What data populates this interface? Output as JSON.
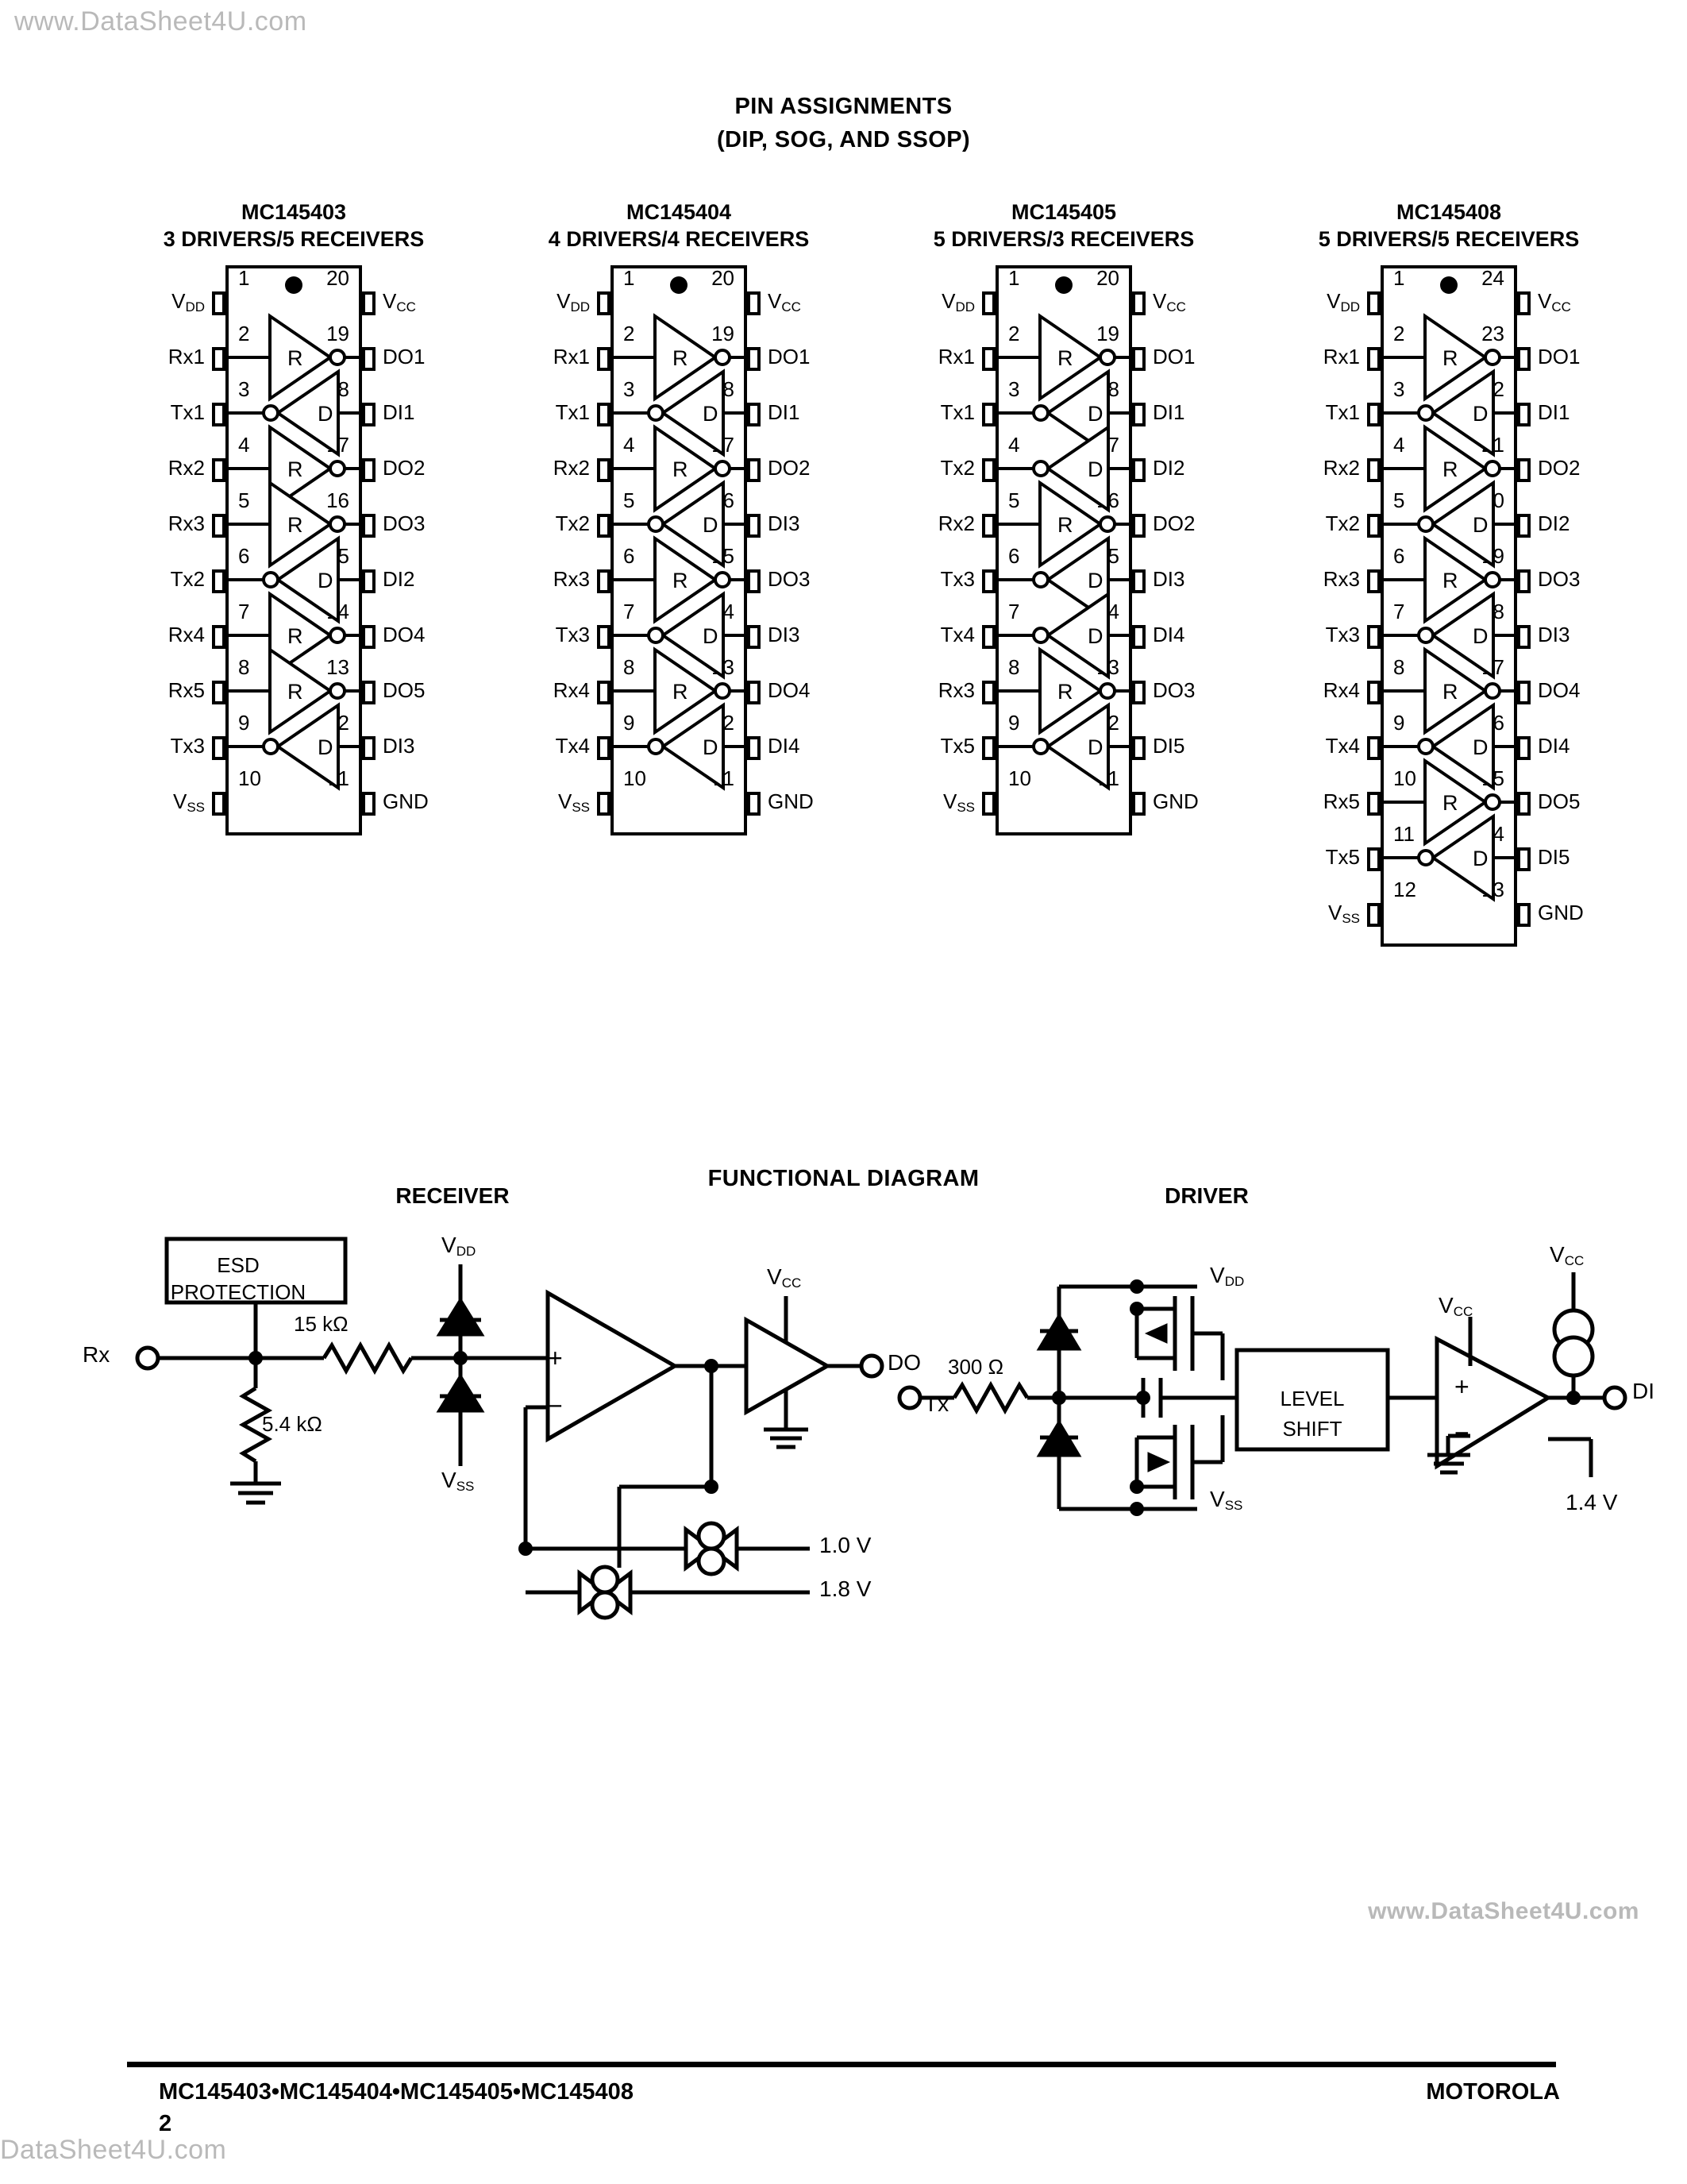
{
  "watermarks": {
    "top": "www.DataSheet4U.com",
    "middle": "www.DataSheet4U.com",
    "bottom": "DataSheet4U.com"
  },
  "titles": {
    "pin_assignments_line1": "PIN ASSIGNMENTS",
    "pin_assignments_line2": "(DIP, SOG, AND SSOP)",
    "functional_diagram": "FUNCTIONAL DIAGRAM",
    "receiver": "RECEIVER",
    "driver": "DRIVER"
  },
  "packages": [
    {
      "part": "MC145403",
      "config": "3 DRIVERS/5 RECEIVERS",
      "pin_count": 20,
      "left_pins": [
        {
          "num": "1",
          "label": "V",
          "sub": "DD",
          "gate": "none"
        },
        {
          "num": "2",
          "label": "Rx1",
          "gate": "R"
        },
        {
          "num": "3",
          "label": "Tx1",
          "gate": "D"
        },
        {
          "num": "4",
          "label": "Rx2",
          "gate": "R"
        },
        {
          "num": "5",
          "label": "Rx3",
          "gate": "R"
        },
        {
          "num": "6",
          "label": "Tx2",
          "gate": "D"
        },
        {
          "num": "7",
          "label": "Rx4",
          "gate": "R"
        },
        {
          "num": "8",
          "label": "Rx5",
          "gate": "R"
        },
        {
          "num": "9",
          "label": "Tx3",
          "gate": "D"
        },
        {
          "num": "10",
          "label": "V",
          "sub": "SS",
          "gate": "none"
        }
      ],
      "right_pins": [
        {
          "num": "20",
          "label": "V",
          "sub": "CC"
        },
        {
          "num": "19",
          "label": "DO1"
        },
        {
          "num": "18",
          "label": "DI1"
        },
        {
          "num": "17",
          "label": "DO2"
        },
        {
          "num": "16",
          "label": "DO3"
        },
        {
          "num": "15",
          "label": "DI2"
        },
        {
          "num": "14",
          "label": "DO4"
        },
        {
          "num": "13",
          "label": "DO5"
        },
        {
          "num": "12",
          "label": "DI3"
        },
        {
          "num": "11",
          "label": "GND"
        }
      ]
    },
    {
      "part": "MC145404",
      "config": "4 DRIVERS/4 RECEIVERS",
      "pin_count": 20,
      "left_pins": [
        {
          "num": "1",
          "label": "V",
          "sub": "DD",
          "gate": "none"
        },
        {
          "num": "2",
          "label": "Rx1",
          "gate": "R"
        },
        {
          "num": "3",
          "label": "Tx1",
          "gate": "D"
        },
        {
          "num": "4",
          "label": "Rx2",
          "gate": "R"
        },
        {
          "num": "5",
          "label": "Tx2",
          "gate": "D"
        },
        {
          "num": "6",
          "label": "Rx3",
          "gate": "R"
        },
        {
          "num": "7",
          "label": "Tx3",
          "gate": "D"
        },
        {
          "num": "8",
          "label": "Rx4",
          "gate": "R"
        },
        {
          "num": "9",
          "label": "Tx4",
          "gate": "D"
        },
        {
          "num": "10",
          "label": "V",
          "sub": "SS",
          "gate": "none"
        }
      ],
      "right_pins": [
        {
          "num": "20",
          "label": "V",
          "sub": "CC"
        },
        {
          "num": "19",
          "label": "DO1"
        },
        {
          "num": "18",
          "label": "DI1"
        },
        {
          "num": "17",
          "label": "DO2"
        },
        {
          "num": "16",
          "label": "DI3"
        },
        {
          "num": "15",
          "label": "DO3"
        },
        {
          "num": "14",
          "label": "DI3"
        },
        {
          "num": "13",
          "label": "DO4"
        },
        {
          "num": "12",
          "label": "DI4"
        },
        {
          "num": "11",
          "label": "GND"
        }
      ]
    },
    {
      "part": "MC145405",
      "config": "5 DRIVERS/3 RECEIVERS",
      "pin_count": 20,
      "left_pins": [
        {
          "num": "1",
          "label": "V",
          "sub": "DD",
          "gate": "none"
        },
        {
          "num": "2",
          "label": "Rx1",
          "gate": "R"
        },
        {
          "num": "3",
          "label": "Tx1",
          "gate": "D"
        },
        {
          "num": "4",
          "label": "Tx2",
          "gate": "D"
        },
        {
          "num": "5",
          "label": "Rx2",
          "gate": "R"
        },
        {
          "num": "6",
          "label": "Tx3",
          "gate": "D"
        },
        {
          "num": "7",
          "label": "Tx4",
          "gate": "D"
        },
        {
          "num": "8",
          "label": "Rx3",
          "gate": "R"
        },
        {
          "num": "9",
          "label": "Tx5",
          "gate": "D"
        },
        {
          "num": "10",
          "label": "V",
          "sub": "SS",
          "gate": "none"
        }
      ],
      "right_pins": [
        {
          "num": "20",
          "label": "V",
          "sub": "CC"
        },
        {
          "num": "19",
          "label": "DO1"
        },
        {
          "num": "18",
          "label": "DI1"
        },
        {
          "num": "17",
          "label": "DI2"
        },
        {
          "num": "16",
          "label": "DO2"
        },
        {
          "num": "15",
          "label": "DI3"
        },
        {
          "num": "14",
          "label": "DI4"
        },
        {
          "num": "13",
          "label": "DO3"
        },
        {
          "num": "12",
          "label": "DI5"
        },
        {
          "num": "11",
          "label": "GND"
        }
      ]
    },
    {
      "part": "MC145408",
      "config": "5 DRIVERS/5 RECEIVERS",
      "pin_count": 24,
      "left_pins": [
        {
          "num": "1",
          "label": "V",
          "sub": "DD",
          "gate": "none"
        },
        {
          "num": "2",
          "label": "Rx1",
          "gate": "R"
        },
        {
          "num": "3",
          "label": "Tx1",
          "gate": "D"
        },
        {
          "num": "4",
          "label": "Rx2",
          "gate": "R"
        },
        {
          "num": "5",
          "label": "Tx2",
          "gate": "D"
        },
        {
          "num": "6",
          "label": "Rx3",
          "gate": "R"
        },
        {
          "num": "7",
          "label": "Tx3",
          "gate": "D"
        },
        {
          "num": "8",
          "label": "Rx4",
          "gate": "R"
        },
        {
          "num": "9",
          "label": "Tx4",
          "gate": "D"
        },
        {
          "num": "10",
          "label": "Rx5",
          "gate": "R"
        },
        {
          "num": "11",
          "label": "Tx5",
          "gate": "D"
        },
        {
          "num": "12",
          "label": "V",
          "sub": "SS",
          "gate": "none"
        }
      ],
      "right_pins": [
        {
          "num": "24",
          "label": "V",
          "sub": "CC"
        },
        {
          "num": "23",
          "label": "DO1"
        },
        {
          "num": "22",
          "label": "DI1"
        },
        {
          "num": "21",
          "label": "DO2"
        },
        {
          "num": "20",
          "label": "DI2"
        },
        {
          "num": "19",
          "label": "DO3"
        },
        {
          "num": "18",
          "label": "DI3"
        },
        {
          "num": "17",
          "label": "DO4"
        },
        {
          "num": "16",
          "label": "DI4"
        },
        {
          "num": "15",
          "label": "DO5"
        },
        {
          "num": "14",
          "label": "DI5"
        },
        {
          "num": "13",
          "label": "GND"
        }
      ]
    }
  ],
  "receiver_diagram": {
    "title": "RECEIVER",
    "esd_line1": "ESD",
    "esd_line2": "PROTECTION",
    "input_label": "Rx",
    "series_resistor": "15 kΩ",
    "shunt_resistor": "5.4 kΩ",
    "supply_top": "V",
    "supply_top_sub": "DD",
    "supply_bottom": "V",
    "supply_bottom_sub": "SS",
    "buffer_supply": "V",
    "buffer_supply_sub": "CC",
    "output_label": "DO",
    "threshold_high": "1.8 V",
    "threshold_low": "1.0 V",
    "plus": "+",
    "minus": "−"
  },
  "driver_diagram": {
    "title": "DRIVER",
    "input_label": "Tx",
    "series_resistor": "300 Ω",
    "supply_top": "V",
    "supply_top_sub": "DD",
    "supply_bottom": "V",
    "supply_bottom_sub": "SS",
    "level_shift_line1": "LEVEL",
    "level_shift_line2": "SHIFT",
    "amp_supply": "V",
    "amp_supply_sub": "CC",
    "source_supply": "V",
    "source_supply_sub": "CC",
    "output_label": "DI",
    "reference": "1.4 V",
    "plus": "+",
    "minus": "−"
  },
  "footer": {
    "parts": "MC145403•MC145404•MC145405•MC145408",
    "page": "2",
    "brand": "MOTOROLA"
  }
}
